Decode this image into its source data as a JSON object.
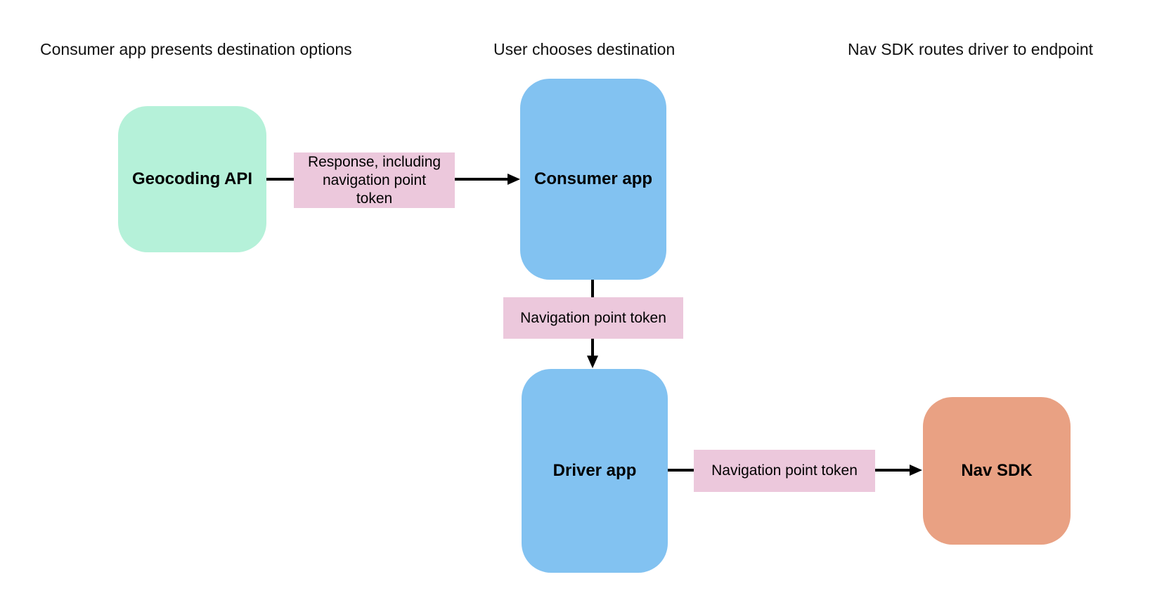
{
  "headers": [
    "Consumer app presents destination options",
    "User chooses destination",
    "Nav SDK routes driver to endpoint"
  ],
  "nodes": {
    "geocoding_api": {
      "label": "Geocoding API",
      "color": "#b5f1d9"
    },
    "consumer_app": {
      "label": "Consumer app",
      "color": "#82c2f1"
    },
    "driver_app": {
      "label": "Driver app",
      "color": "#82c2f1"
    },
    "nav_sdk": {
      "label": "Nav SDK",
      "color": "#e9a183"
    }
  },
  "edges": {
    "geocoding_to_consumer": {
      "label": "Response, including\nnavigation point\ntoken",
      "label_color": "#ecc8dc",
      "arrow_color": "#000000"
    },
    "consumer_to_driver": {
      "label": "Navigation point token",
      "label_color": "#ecc8dc",
      "arrow_color": "#000000"
    },
    "driver_to_nav_sdk": {
      "label": "Navigation point token",
      "label_color": "#ecc8dc",
      "arrow_color": "#000000"
    }
  }
}
